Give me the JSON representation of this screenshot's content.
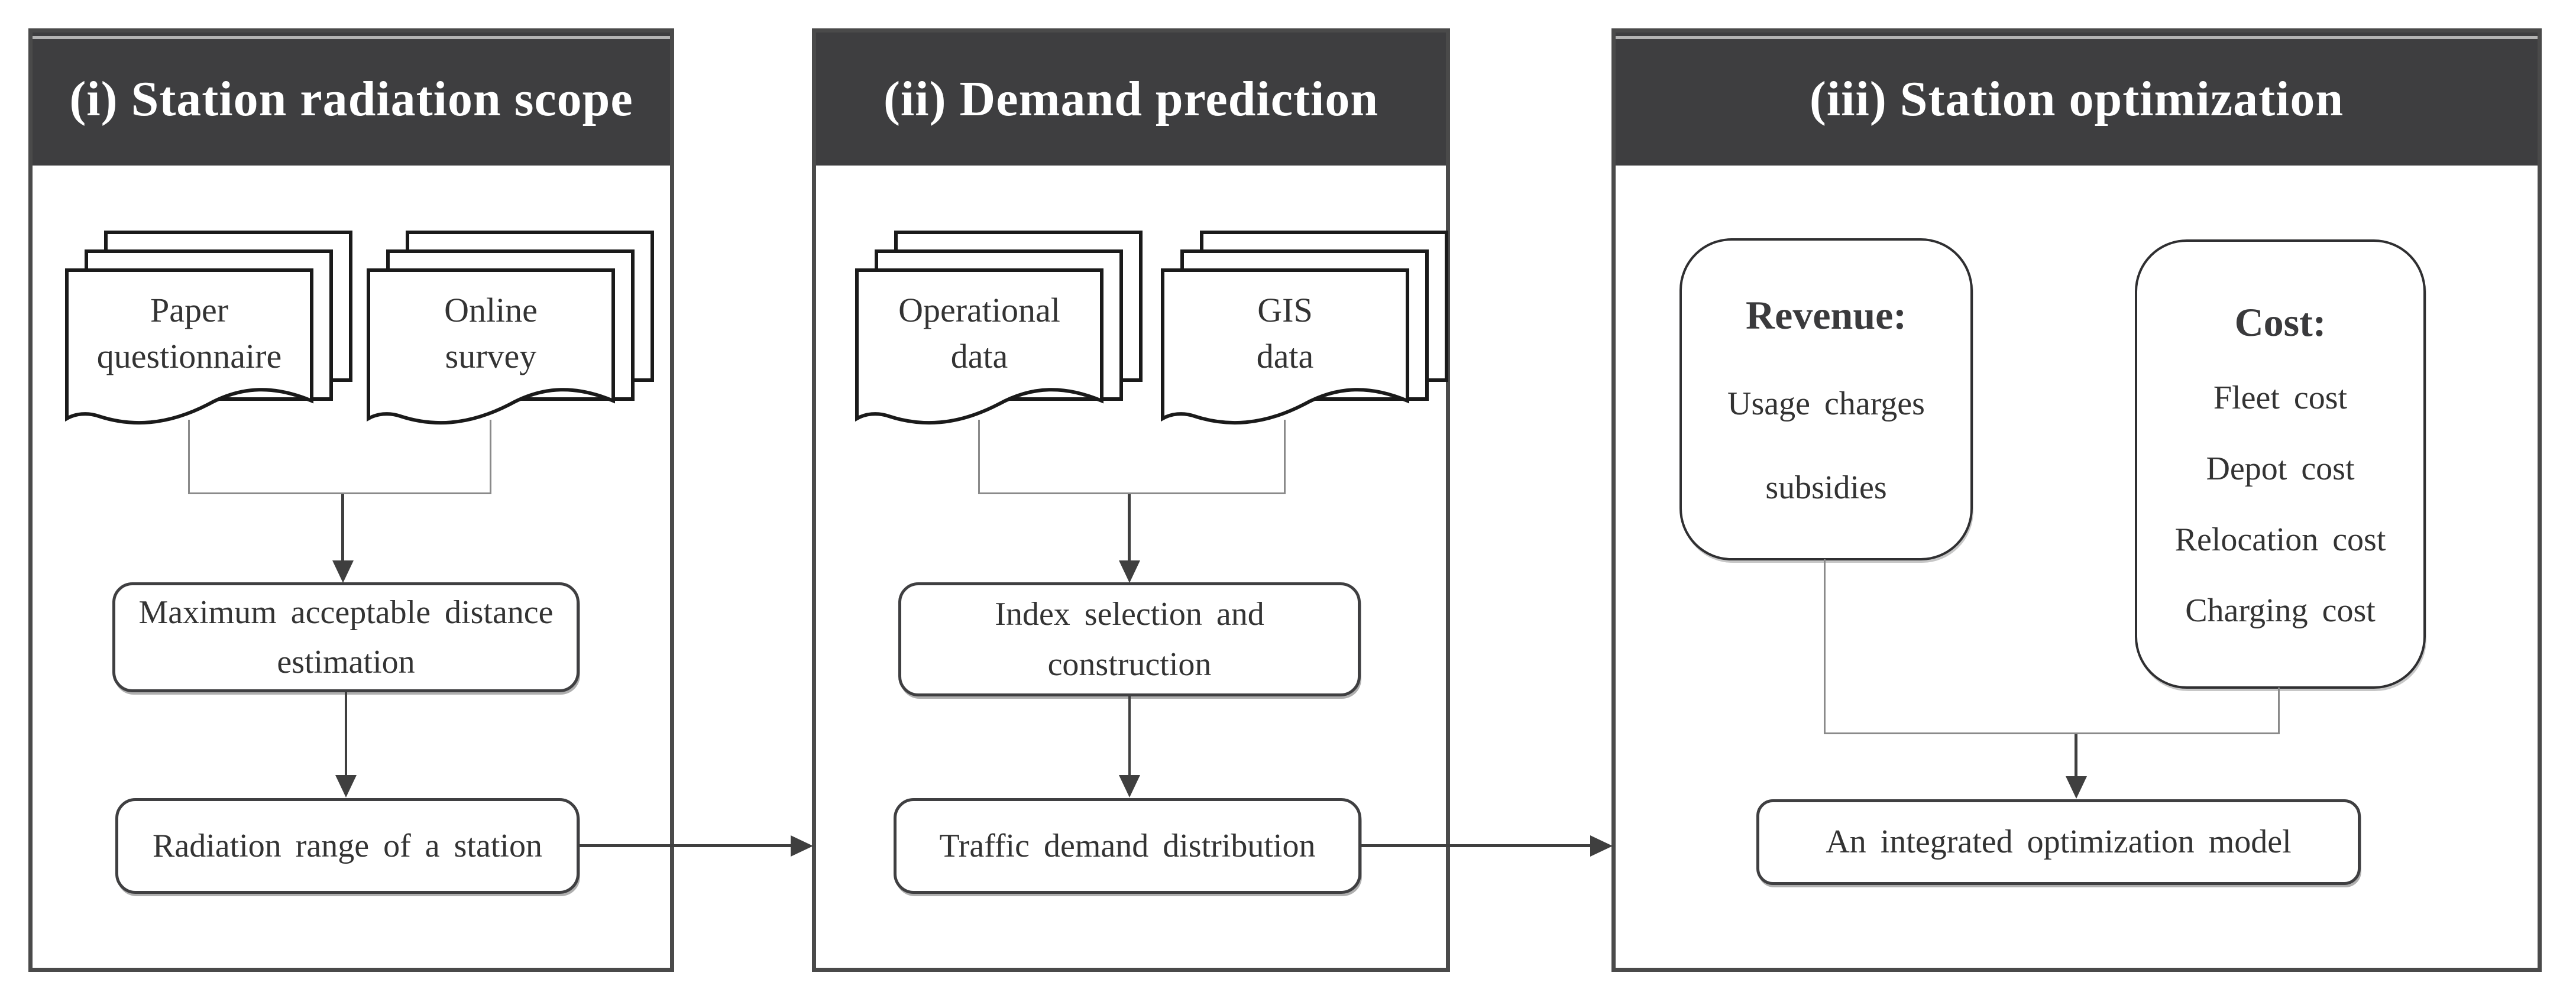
{
  "figure": {
    "panels": [
      {
        "title": "(i) Station radiation scope",
        "documents": [
          {
            "lines": [
              "Paper",
              "questionnaire"
            ]
          },
          {
            "lines": [
              "Online",
              "survey"
            ]
          }
        ],
        "process_boxes": [
          {
            "lines": [
              "Maximum acceptable distance",
              "estimation"
            ]
          },
          {
            "lines": [
              "Radiation range of a station"
            ]
          }
        ]
      },
      {
        "title": "(ii) Demand prediction",
        "documents": [
          {
            "lines": [
              "Operational",
              "data"
            ]
          },
          {
            "lines": [
              "GIS",
              "data"
            ]
          }
        ],
        "process_boxes": [
          {
            "lines": [
              "Index selection and",
              "construction"
            ]
          },
          {
            "lines": [
              "Traffic demand distribution"
            ]
          }
        ]
      },
      {
        "title": "(iii) Station optimization",
        "cards": [
          {
            "heading": "Revenue:",
            "items": [
              "Usage charges",
              "subsidies"
            ]
          },
          {
            "heading": "Cost:",
            "items": [
              "Fleet cost",
              "Depot cost",
              "Relocation cost",
              "Charging cost"
            ]
          }
        ],
        "process_boxes": [
          {
            "lines": [
              "An integrated optimization model"
            ]
          }
        ]
      }
    ],
    "colors": {
      "header_bg": "#3e3e40",
      "header_text": "#ffffff",
      "panel_border": "#4a4a4a",
      "doc_border": "#1a1a1a",
      "box_border": "#3f3f41",
      "connector": "#8a8a8a",
      "arrow": "#3f3f3f"
    }
  }
}
